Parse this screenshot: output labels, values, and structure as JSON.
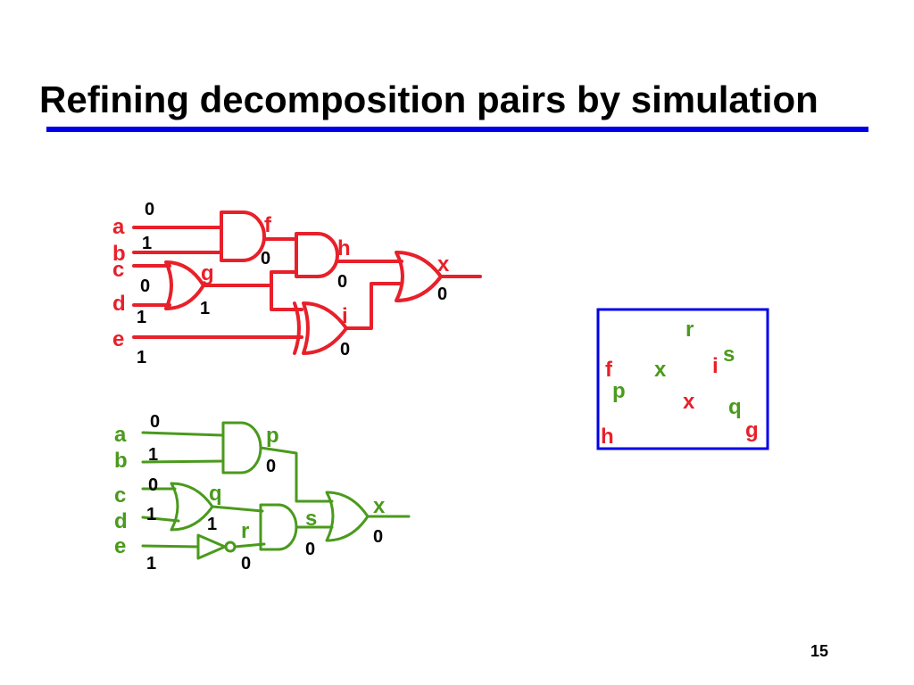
{
  "slide": {
    "title": "Refining decomposition pairs by simulation",
    "page_number": "15"
  },
  "colors": {
    "red_circuit": "#e8202a",
    "green_circuit": "#4a9a1c",
    "title_rule": "#0000e6",
    "box_border": "#0000e6"
  },
  "circuit1": {
    "inputs": [
      {
        "name": "a",
        "value": "0"
      },
      {
        "name": "b",
        "value": "1"
      },
      {
        "name": "c",
        "value": "0"
      },
      {
        "name": "d",
        "value": "1"
      },
      {
        "name": "e",
        "value": "1"
      }
    ],
    "gates": [
      {
        "name": "f",
        "type": "AND",
        "value": "0"
      },
      {
        "name": "g",
        "type": "OR",
        "value": "1"
      },
      {
        "name": "h",
        "type": "AND",
        "value": "0"
      },
      {
        "name": "i",
        "type": "XOR",
        "value": "0"
      },
      {
        "name": "x",
        "type": "OR",
        "value": "0"
      }
    ]
  },
  "circuit2": {
    "inputs": [
      {
        "name": "a",
        "value": "0"
      },
      {
        "name": "b",
        "value": "1"
      },
      {
        "name": "c",
        "value": "0"
      },
      {
        "name": "d",
        "value": "1"
      },
      {
        "name": "e",
        "value": "1"
      }
    ],
    "gates": [
      {
        "name": "p",
        "type": "AND",
        "value": "0"
      },
      {
        "name": "q",
        "type": "OR",
        "value": "1"
      },
      {
        "name": "r",
        "type": "NOT",
        "value": "0"
      },
      {
        "name": "s",
        "type": "AND",
        "value": "0"
      },
      {
        "name": "x",
        "type": "OR",
        "value": "0"
      }
    ]
  },
  "pairs_box": {
    "labels": [
      {
        "text": "r",
        "color": "green"
      },
      {
        "text": "s",
        "color": "green"
      },
      {
        "text": "f",
        "color": "red"
      },
      {
        "text": "x",
        "color": "green"
      },
      {
        "text": "i",
        "color": "red"
      },
      {
        "text": "p",
        "color": "green"
      },
      {
        "text": "x",
        "color": "red"
      },
      {
        "text": "q",
        "color": "green"
      },
      {
        "text": "g",
        "color": "red"
      },
      {
        "text": "h",
        "color": "red"
      }
    ]
  }
}
